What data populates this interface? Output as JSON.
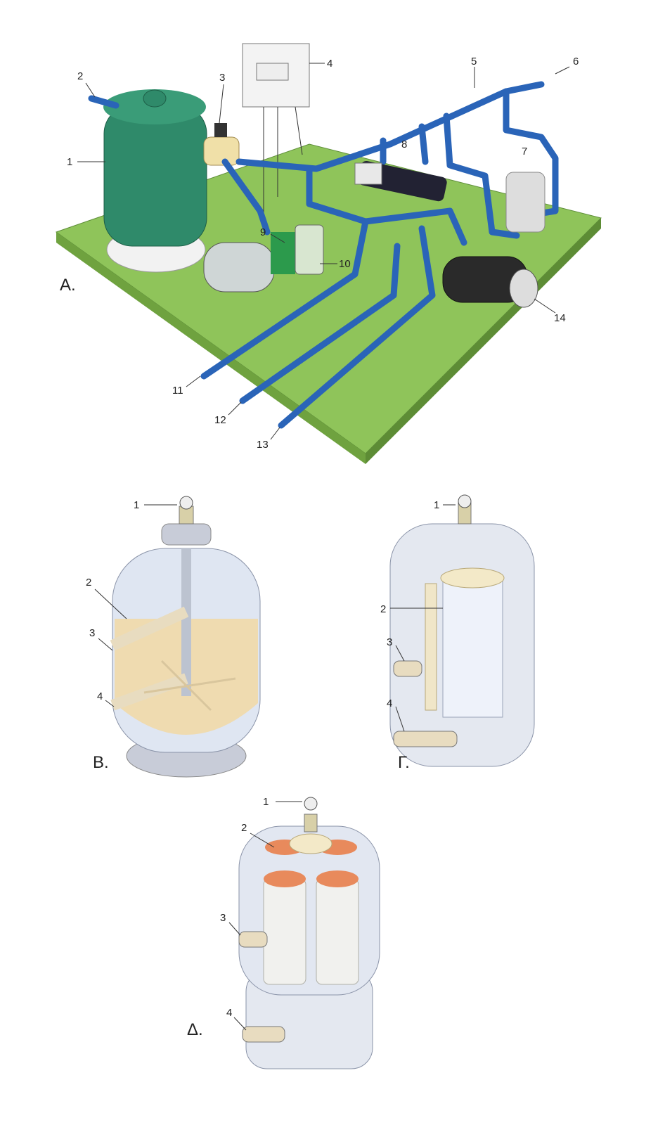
{
  "panel_a": {
    "section_label": "A.",
    "callouts": [
      "1",
      "2",
      "3",
      "4",
      "5",
      "6",
      "7",
      "8",
      "9",
      "10",
      "11",
      "12",
      "13",
      "14"
    ]
  },
  "panel_b": {
    "section_label": "B.",
    "callouts": [
      "1",
      "2",
      "3",
      "4"
    ]
  },
  "panel_g": {
    "section_label": "Г.",
    "callouts": [
      "1",
      "2",
      "3",
      "4"
    ]
  },
  "panel_d": {
    "section_label": "Δ.",
    "callouts": [
      "1",
      "2",
      "3",
      "4"
    ]
  },
  "colors": {
    "platform": "#8fc45a",
    "tank": "#2f8a6a",
    "pipe": "#2a64b8",
    "sand": "#f1d9a8",
    "cartridge": "#e88a5c"
  }
}
